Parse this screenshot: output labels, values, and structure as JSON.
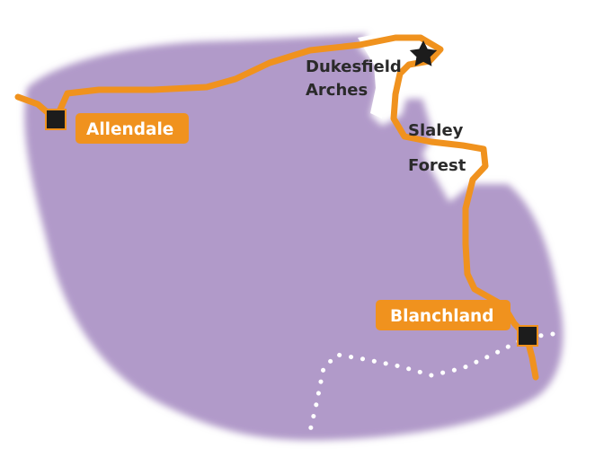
{
  "colors": {
    "region_fill": "#b19ac9",
    "route": "#f0921e",
    "town_label_bg": "#f0921e",
    "town_label_text": "#ffffff",
    "place_text": "#2a2a2a",
    "marker": "#1c1c1c",
    "dotted_path": "#ffffff",
    "background": "#ffffff"
  },
  "towns": [
    {
      "name": "Allendale",
      "marker": "square-marker"
    },
    {
      "name": "Blanchland",
      "marker": "square-marker"
    }
  ],
  "places": {
    "dukesfield": {
      "line1": "Dukesfield",
      "line2": "Arches",
      "marker": "star-marker"
    },
    "slaley": {
      "line1": "Slaley",
      "line2": "Forest"
    }
  }
}
